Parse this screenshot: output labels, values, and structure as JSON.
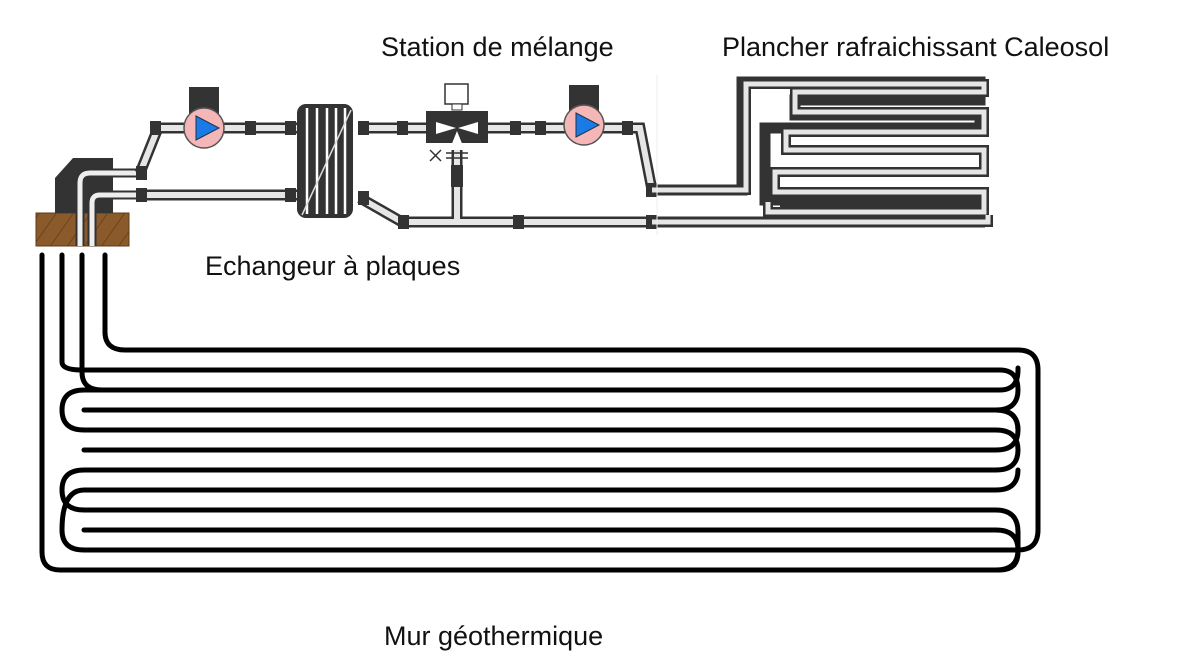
{
  "diagram": {
    "title": "Système géothermique de rafraîchissement",
    "labels": {
      "mixing_station": "Station de mélange",
      "cooling_floor": "Plancher rafraichissant Caleosol",
      "plate_exchanger": "Echangeur à plaques",
      "geothermal_wall": "Mur géothermique"
    },
    "components": [
      {
        "id": "pump-primary",
        "type": "circulator-pump",
        "icon": "pump-icon"
      },
      {
        "id": "plate-heat-exchanger",
        "type": "plate-exchanger",
        "icon": "heat-exchanger-icon"
      },
      {
        "id": "three-way-valve",
        "type": "mixing-valve",
        "icon": "three-way-valve-icon"
      },
      {
        "id": "pump-secondary",
        "type": "circulator-pump",
        "icon": "pump-icon"
      },
      {
        "id": "floor-coil",
        "type": "serpentine-coil",
        "icon": "floor-loop-icon"
      },
      {
        "id": "wall-loops",
        "type": "geothermal-loop",
        "icon": "ground-loop-icon"
      },
      {
        "id": "ground-connection",
        "type": "soil-block",
        "icon": "soil-icon"
      }
    ],
    "colors": {
      "pipe_outline": "#333333",
      "pipe_fill": "#e6e6e6",
      "pump_body": "#f4b6b6",
      "pump_arrow": "#1a7ae6",
      "soil": "#8a5a2b",
      "loop": "#000000"
    }
  }
}
